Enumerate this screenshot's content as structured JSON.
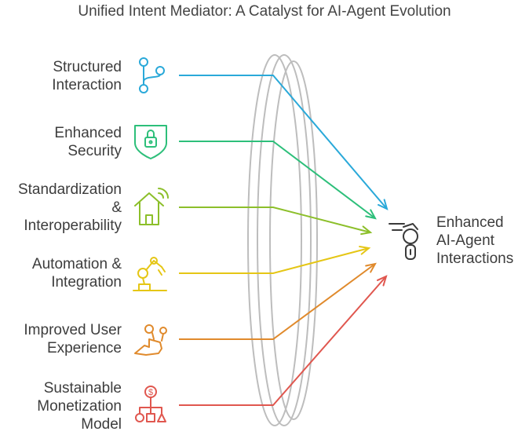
{
  "title": "Unified Intent Mediator: A Catalyst for AI-Agent Evolution",
  "inputs": [
    {
      "label": "Structured\nInteraction",
      "icon": "branch-icon",
      "color": "#2aa9d9"
    },
    {
      "label": "Enhanced\nSecurity",
      "icon": "lock-shield-icon",
      "color": "#2dbf7a"
    },
    {
      "label": "Standardization\n&\nInteroperability",
      "icon": "smart-home-icon",
      "color": "#8cbf2a"
    },
    {
      "label": "Automation &\nIntegration",
      "icon": "robot-arm-icon",
      "color": "#e5c615"
    },
    {
      "label": "Improved User\nExperience",
      "icon": "thumbs-up-flowers-icon",
      "color": "#e08a2c"
    },
    {
      "label": "Sustainable\nMonetization\nModel",
      "icon": "money-hierarchy-icon",
      "color": "#e0574f"
    }
  ],
  "output": {
    "label": "Enhanced\nAI-Agent\nInteractions",
    "icon": "robot-arm-icon",
    "color": "#3a3a3a"
  }
}
